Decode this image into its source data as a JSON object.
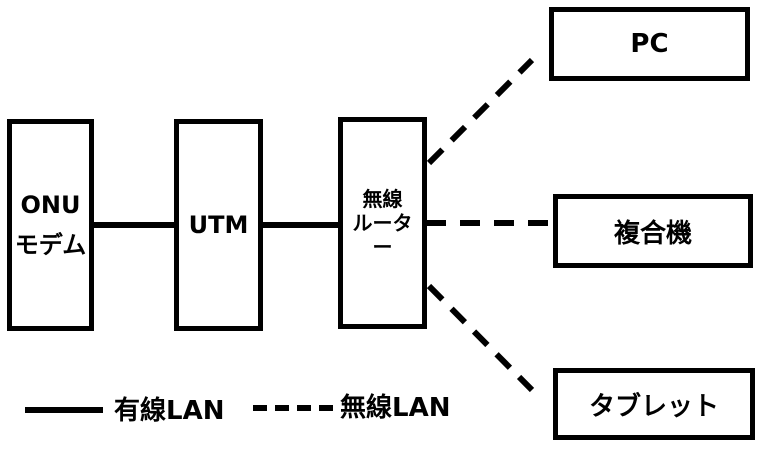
{
  "diagram": {
    "type": "network-topology",
    "background_color": "#ffffff",
    "line_color": "#000000",
    "text_color": "#000000",
    "nodes": {
      "onu_modem": {
        "line1": "ONU",
        "line2": "モデム"
      },
      "utm": {
        "label": "UTM"
      },
      "router": {
        "line1": "無線",
        "line2": "ルーター"
      },
      "pc": {
        "label": "PC"
      },
      "mfp": {
        "label": "複合機"
      },
      "tablet": {
        "label": "タブレット"
      }
    },
    "edges": [
      {
        "from": "onu_modem",
        "to": "utm",
        "type": "wired",
        "style": "solid"
      },
      {
        "from": "utm",
        "to": "router",
        "type": "wired",
        "style": "solid"
      },
      {
        "from": "router",
        "to": "pc",
        "type": "wireless",
        "style": "dashed"
      },
      {
        "from": "router",
        "to": "mfp",
        "type": "wireless",
        "style": "dashed"
      },
      {
        "from": "router",
        "to": "tablet",
        "type": "wireless",
        "style": "dashed"
      }
    ],
    "legend": {
      "wired_label": "有線LAN",
      "wireless_label": "無線LAN"
    }
  }
}
